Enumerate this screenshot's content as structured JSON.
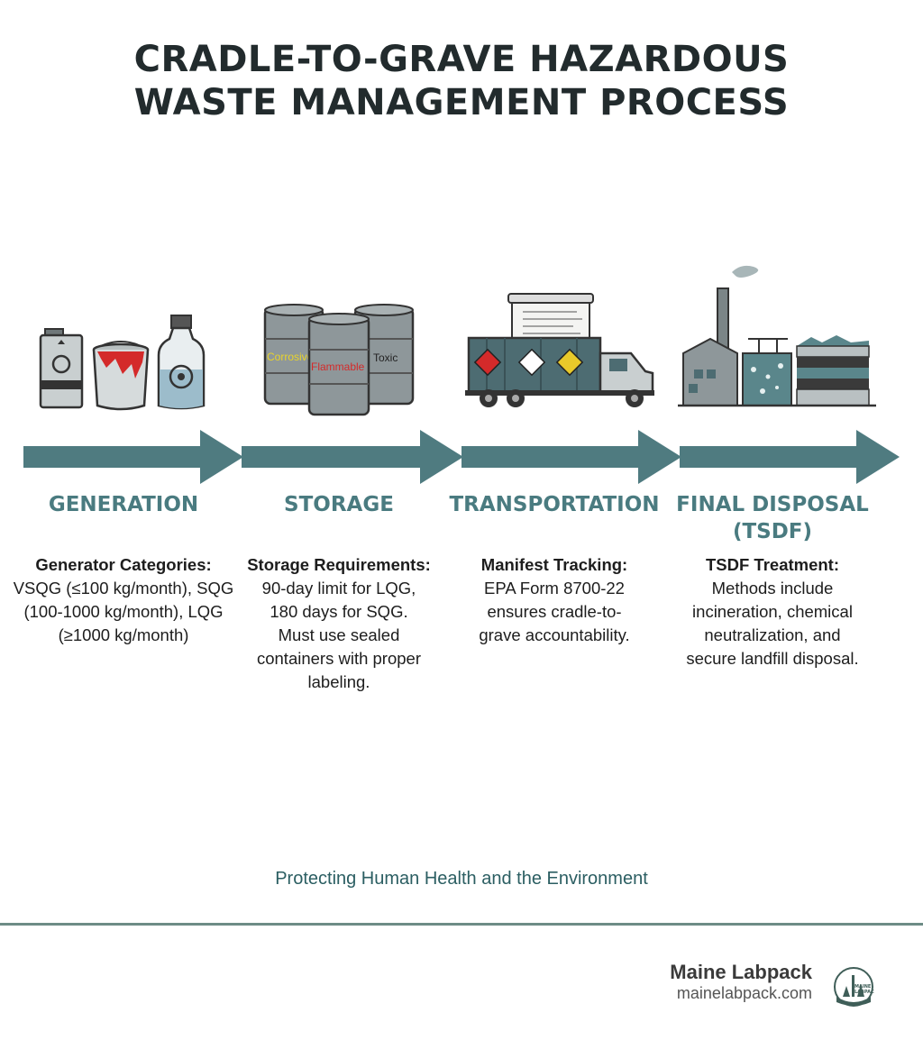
{
  "title": {
    "line1": "CRADLE-TO-GRAVE HAZARDOUS",
    "line2": "WASTE MANAGEMENT PROCESS"
  },
  "stages": [
    {
      "name": "GENERATION",
      "heading": "Generator Categories:",
      "body": "VSQG (≤100 kg/month), SQG (100-1000 kg/month), LQG (≥1000 kg/month)",
      "icons": [
        "hazard-canister-icon",
        "paint-can-icon",
        "biohazard-bottle-icon"
      ]
    },
    {
      "name": "STORAGE",
      "heading": "Storage Requirements:",
      "body": "90-day limit for LQG, 180 days for SQG. Must use sealed containers with proper labeling.",
      "drum_labels": [
        "Corrosive",
        "Flammable",
        "Toxic"
      ]
    },
    {
      "name": "TRANSPORTATION",
      "heading": "Manifest Tracking:",
      "body": "EPA Form 8700-22 ensures cradle-to-grave accountability.",
      "icons": [
        "manifest-document-icon",
        "hazmat-truck-icon"
      ]
    },
    {
      "name": "FINAL DISPOSAL (TSDF)",
      "heading": "TSDF Treatment:",
      "body": "Methods include incineration, chemical neutralization, and secure landfill disposal.",
      "icons": [
        "incinerator-plant-icon",
        "treatment-tank-icon",
        "landfill-icon"
      ]
    }
  ],
  "tagline": "Protecting Human Health and the Environment",
  "brand": {
    "name": "Maine Labpack",
    "url": "mainelabpack.com",
    "logo_text": "MAINE LABPACK"
  },
  "colors": {
    "arrow": "#4f7b80",
    "stage_name": "#4a7b80",
    "title": "#222b2d",
    "rule": "#6d8c86"
  }
}
